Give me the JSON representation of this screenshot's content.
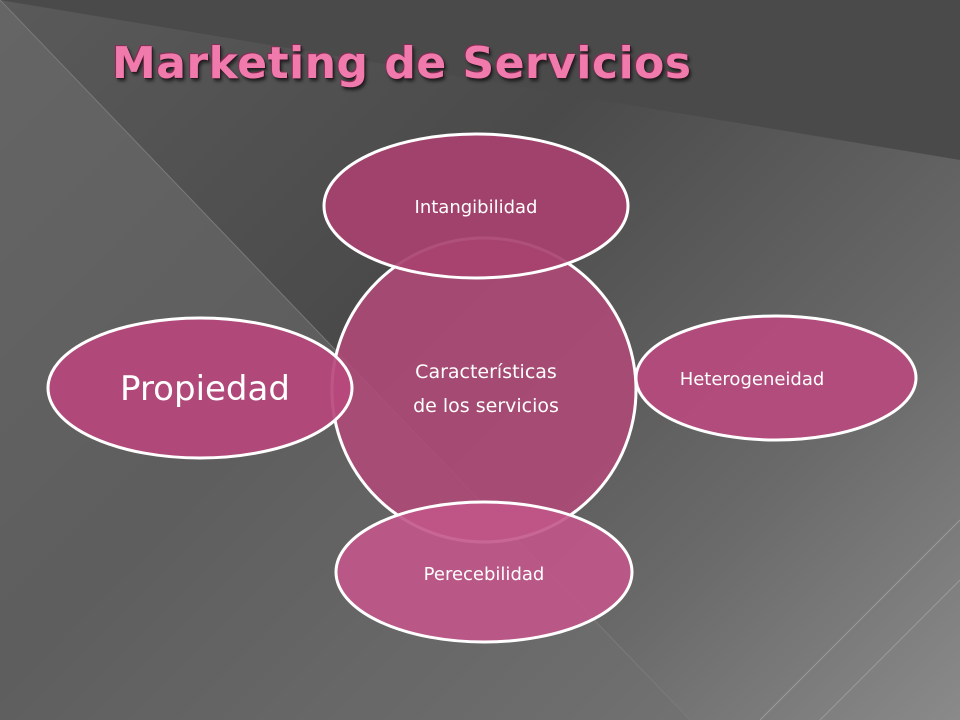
{
  "slide": {
    "title": "Marketing de Servicios"
  },
  "diagram": {
    "center": {
      "line1": "Características",
      "line2": "de los servicios"
    },
    "top": {
      "label": "Intangibilidad"
    },
    "right": {
      "label": "Heterogeneidad"
    },
    "bottom": {
      "label": "Perecebilidad"
    },
    "left": {
      "label": "Propiedad"
    }
  },
  "colors": {
    "center_fill": "#b04a78",
    "top_fill": "#a8416f",
    "right_fill": "#b94a7e",
    "bottom_fill": "#c2578a",
    "left_fill": "#b7487c",
    "outline": "#ffffff",
    "title": "#f07aab"
  }
}
